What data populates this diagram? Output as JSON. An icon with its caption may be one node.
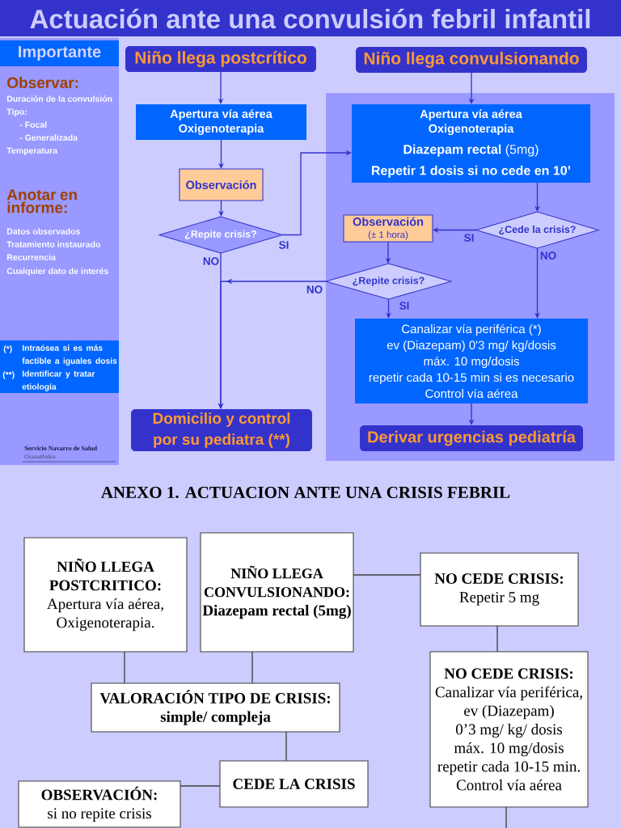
{
  "diagram": {
    "title": "Actuación ante una convulsión febril infantil",
    "nodes": [
      {
        "text": [
          "Observar:",
          "Duración de la convulsión",
          "Tipo:",
          "- Focal",
          "- Generalizada",
          "Temperatura",
          "Anotar en informe:",
          "Datos observados",
          "Tratamiento instaurado",
          "Recurrencia",
          "Cualquier dato de interés"
        ]
      },
      {
        "text": [
          "Importante"
        ],
        "in": 0
      },
      {
        "text": [
          "(*)",
          "Intraósea si es más factible a iguales dosis",
          "(**)",
          "Identificar y tratar etiología"
        ],
        "in": 0
      },
      {
        "text": [
          "Niño llega postcrítico"
        ]
      },
      {
        "text": [
          "Niño llega convulsionando"
        ]
      },
      {
        "text": [
          "Apertura vía aérea Oxigenoterapia"
        ]
      },
      {
        "text": [],
        "shape": "box"
      },
      {
        "text": [
          "Apertura vía aérea Oxigenoterapia",
          "**Diazepam rectal** (5mg)",
          "Repetir 1 dosis si no cede en 10’"
        ],
        "in": 6
      },
      {
        "text": [
          "Observación"
        ]
      },
      {
        "text": [
          "¿Repite crisis?"
        ]
      },
      {
        "text": [
          "Observación",
          "(± 1 hora)"
        ],
        "in": 6
      },
      {
        "text": [
          "¿Cede la crisis?"
        ],
        "in": 6
      },
      {
        "text": [
          "¿Repite crisis?"
        ],
        "in": 6
      },
      {
        "text": [
          "Canalizar vía periférica (*)",
          "ev (Diazepam) 0'3 mg/ kg/dosis",
          "máx. 10 mg/dosis",
          "repetir cada 10-15 min si es necesario",
          "Control vía aérea"
        ],
        "in": 6
      },
      {
        "text": [
          "Domicilio y control por su pediatra (**)"
        ]
      },
      {
        "text": [
          "Derivar urgencias pediatría"
        ],
        "in": 6
      },
      {
        "text": [
          "NIÑO LLEGA POSTCRITICO:",
          "Apertura vía aérea, Oxigenoterapia."
        ]
      },
      {
        "text": [
          "NIÑO LLEGA CONVULSIONANDO:",
          "Diazepam rectal (5mg)"
        ]
      },
      {
        "text": [
          "NO CEDE CRISIS:",
          "Repetir 5 mg"
        ]
      },
      {
        "text": [
          "VALORACIÓN TIPO DE CRISIS:",
          "simple/ compleja"
        ]
      },
      {
        "text": [
          "NO CEDE CRISIS:",
          "Canalizar vía periférica,",
          "ev (Diazepam)",
          "0’3 mg/ kg/ dosis",
          "máx. 10 mg/dosis",
          "repetir cada 10-15 min.",
          "Control vía aérea"
        ]
      },
      {
        "text": [
          "CEDE LA CRISIS"
        ]
      },
      {
        "text": [
          "OBSERVACIÓN:",
          "si no repite crisis"
        ]
      }
    ],
    "edges": [
      {
        "from": 3,
        "to": 5,
        "arrow": "to"
      },
      {
        "from": 5,
        "to": 8,
        "arrow": "to"
      },
      {
        "from": 8,
        "to": 9,
        "arrow": "to"
      },
      {
        "from": 9,
        "to": 14,
        "arrow": "to",
        "label": "NO"
      },
      {
        "from": 9,
        "to": 7,
        "arrow": "to",
        "label": "SI"
      },
      {
        "from": 4,
        "to": 7,
        "arrow": "to"
      },
      {
        "from": 7,
        "to": 11,
        "arrow": "to"
      },
      {
        "from": 11,
        "to": 10,
        "arrow": "to",
        "label": "SI"
      },
      {
        "from": 11,
        "to": 13,
        "arrow": "to",
        "label": "NO"
      },
      {
        "from": 10,
        "to": 12,
        "arrow": "to"
      },
      {
        "from": 12,
        "to": 13,
        "arrow": "to",
        "label": "SI"
      },
      {
        "from": 12,
        "to": 14,
        "arrow": "to",
        "label": "NO"
      },
      {
        "from": 13,
        "to": 15,
        "arrow": "to"
      },
      {
        "from": 16,
        "to": 19,
        "arrow": "none",
        "color": "#404040"
      },
      {
        "from": 17,
        "to": 19,
        "arrow": "none",
        "color": "#404040"
      },
      {
        "from": 17,
        "to": 18,
        "arrow": "none",
        "color": "#404040"
      },
      {
        "from": 18,
        "to": 20,
        "arrow": "none",
        "color": "#404040"
      },
      {
        "from": 19,
        "to": 21,
        "arrow": "none",
        "color": "#404040"
      },
      {
        "from": 21,
        "to": 22,
        "arrow": "none",
        "color": "#404040"
      },
      {
        "from": 20,
        "to": null,
        "arrow": "none",
        "color": "#404040"
      }
    ],
    "labels": [
      "Servicio Navarro de Salud",
      "Osasunbidea",
      "ANEXO 1. ACTUACION ANTE UNA CRISIS FEBRIL"
    ]
  }
}
